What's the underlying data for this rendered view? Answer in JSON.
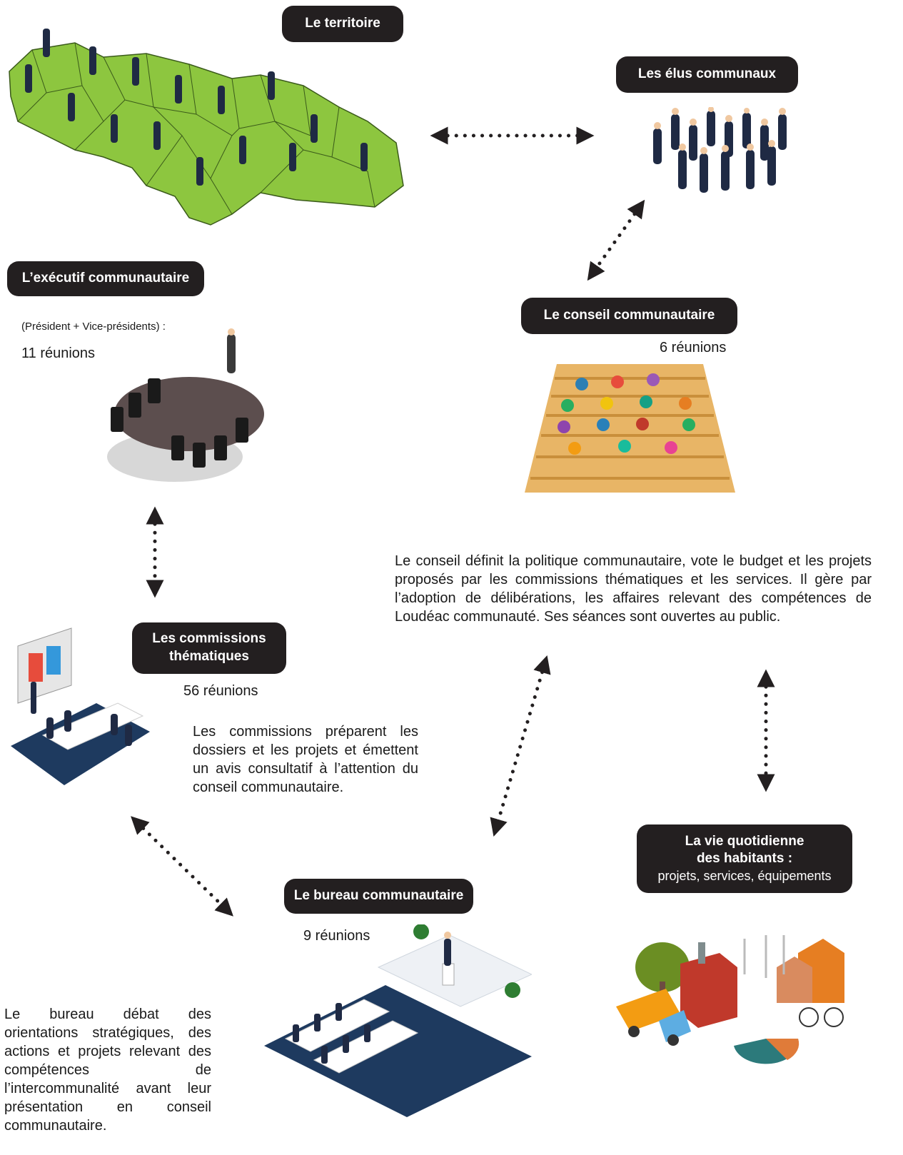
{
  "nodes": {
    "territoire": {
      "label": "Le territoire"
    },
    "elus": {
      "label": "Les élus communaux"
    },
    "executif": {
      "label": "L’exécutif communautaire",
      "subtitle": "(Président + Vice-présidents) :",
      "count": "11 réunions"
    },
    "conseil": {
      "label": "Le conseil communautaire",
      "count": "6 réunions",
      "description": "Le conseil définit la politique communautaire, vote le budget et les projets proposés par les commissions thématiques et les services. Il gère par l’adoption de délibérations, les affaires relevant des compétences de Loudéac communauté. Ses séances sont ouvertes au public."
    },
    "commissions": {
      "label_line1": "Les commissions",
      "label_line2": "thématiques",
      "count": "56 réunions",
      "description": "Les commissions préparent les dossiers et les projets et émettent un avis consultatif à l’attention du conseil communautaire."
    },
    "bureau": {
      "label": "Le bureau communautaire",
      "count": "9 réunions",
      "description": "Le bureau débat des orientations stratégiques, des actions et projets relevant des compétences de l’intercommunalité avant leur présentation en conseil communautaire."
    },
    "vie": {
      "label_line1": "La vie quotidienne",
      "label_line2": "des habitants :",
      "label_line3": "projets, services, équipements"
    }
  },
  "colors": {
    "pill": "#231f20",
    "map_green": "#8dc63f",
    "seats": "#e8b566"
  },
  "icons": [
    "territory-map-illustration",
    "crowd-illustration",
    "meeting-table-illustration",
    "amphitheater-illustration",
    "presentation-room-illustration",
    "conference-room-illustration",
    "city-services-illustration"
  ]
}
